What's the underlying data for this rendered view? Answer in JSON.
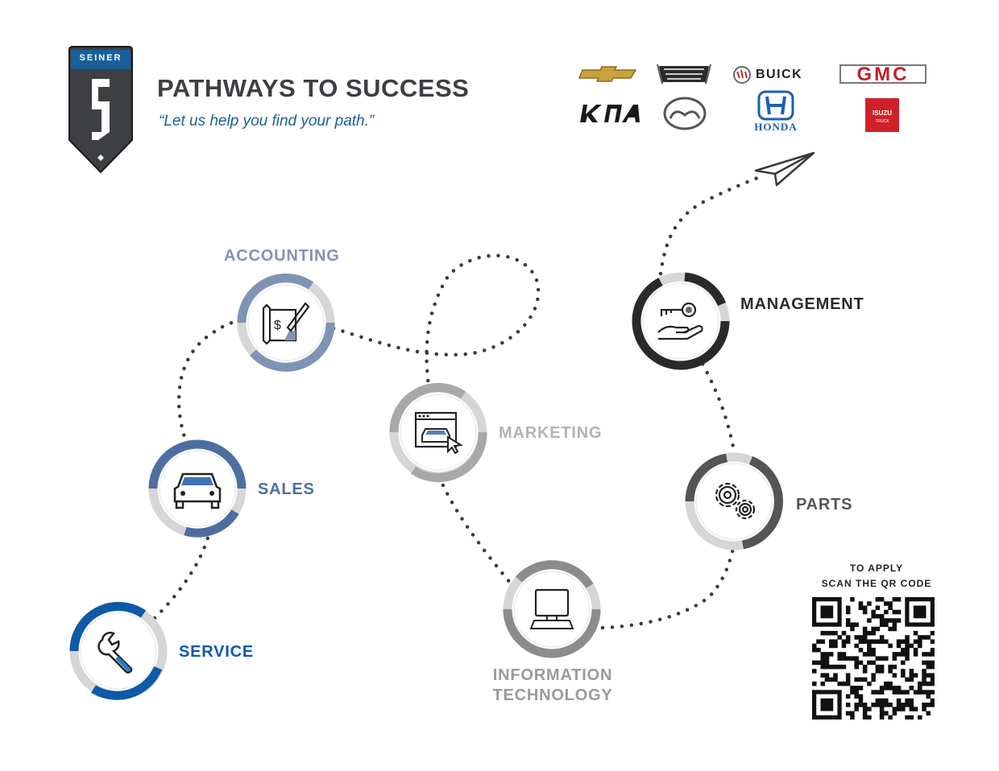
{
  "logo": {
    "name": "SEINER"
  },
  "header": {
    "title": "PATHWAYS TO SUCCESS",
    "tagline": "“Let us help you find your path.”"
  },
  "brands": [
    "BUICK",
    "GMC",
    "HONDA",
    "ISUZU",
    "TRUCK"
  ],
  "nodes": [
    {
      "label": "SERVICE",
      "icon": "wrench-icon",
      "color": "#0d5aa7"
    },
    {
      "label": "SALES",
      "icon": "car-icon",
      "color": "#4d6fa0"
    },
    {
      "label": "ACCOUNTING",
      "icon": "blueprint-pen-icon",
      "color": "#7f93b4"
    },
    {
      "label": "MARKETING",
      "icon": "browser-car-icon",
      "color": "#a8a8a8"
    },
    {
      "label": "INFORMATION TECHNOLOGY",
      "label_lines": [
        "INFORMATION",
        "TECHNOLOGY"
      ],
      "icon": "computer-icon",
      "color": "#8c8c8c"
    },
    {
      "label": "PARTS",
      "icon": "gears-icon",
      "color": "#555555"
    },
    {
      "label": "MANAGEMENT",
      "icon": "key-hand-icon",
      "color": "#2a2a2a"
    }
  ],
  "end_icon": "paper-plane-icon",
  "apply": {
    "line1": "TO APPLY",
    "line2": "SCAN THE QR CODE"
  }
}
